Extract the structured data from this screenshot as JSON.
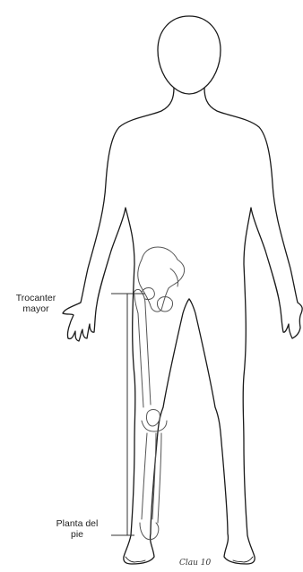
{
  "labels": {
    "trochanter_line1": "Trocanter",
    "trochanter_line2": "mayor",
    "sole_line1": "Planta del",
    "sole_line2": "pie"
  },
  "signature": "Clau 10",
  "colors": {
    "outline": "#1a1a1a",
    "bone": "#555555",
    "measure": "#333333",
    "background": "#ffffff"
  }
}
